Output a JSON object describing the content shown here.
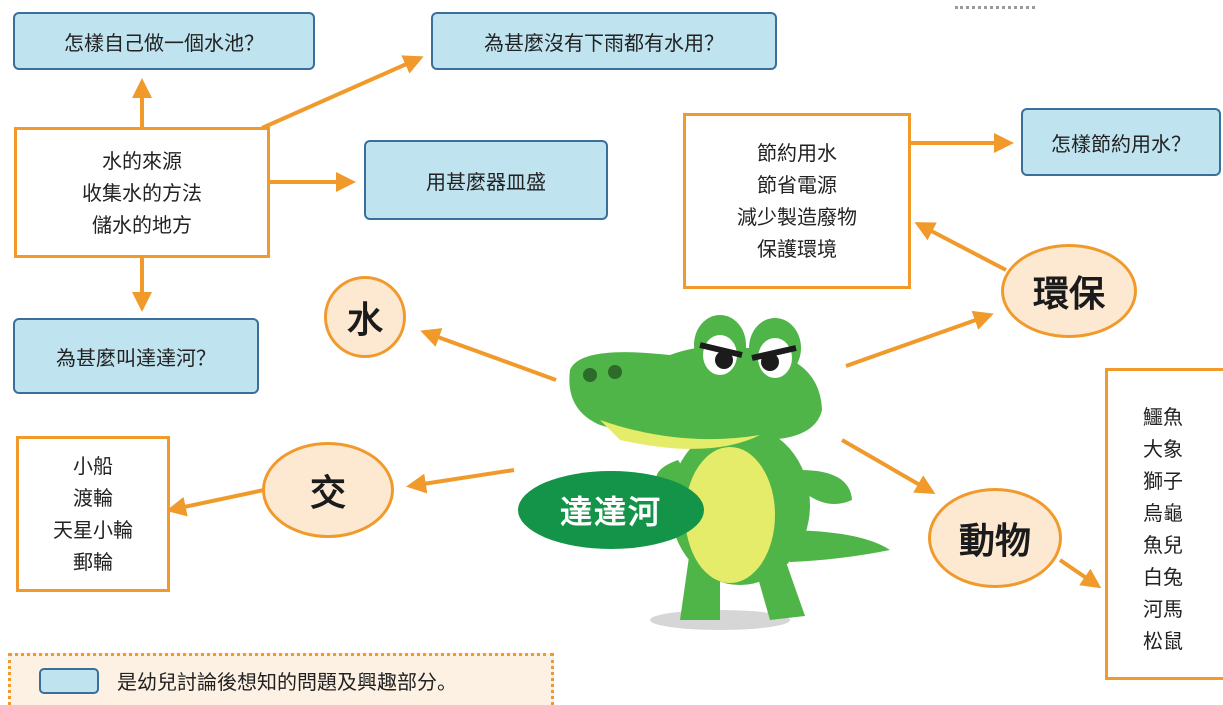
{
  "center": "達達河",
  "topics": {
    "water": "水",
    "transport": "交",
    "environment": "環保",
    "animals": "動物"
  },
  "question_boxes": {
    "make_pool": "怎樣自己做一個水池？",
    "no_rain": "為甚麼沒有下雨都有水用？",
    "container": "用甚麼器皿盛",
    "name_river": "為甚麼叫達達河？",
    "save_water": "怎樣節約用水？"
  },
  "water_box": [
    "水的來源",
    "收集水的方法",
    "儲水的地方"
  ],
  "env_box": [
    "節約用水",
    "節省電源",
    "減少製造廢物",
    "保護環境"
  ],
  "transport_box": [
    "小船",
    "渡輪",
    "天星小輪",
    "郵輪"
  ],
  "animal_box": [
    "鱷魚",
    "大象",
    "獅子",
    "烏龜",
    "魚兒",
    "白兔",
    "河馬",
    "松鼠"
  ],
  "legend": "是幼兒討論後想知的問題及興趣部分。",
  "colors": {
    "question_fill": "#bfe3ef",
    "question_border": "#3a6f9c",
    "orange": "#f19a2c",
    "circle_fill": "#fde8d2",
    "center_green": "#139448",
    "croc_green": "#4fb548"
  }
}
